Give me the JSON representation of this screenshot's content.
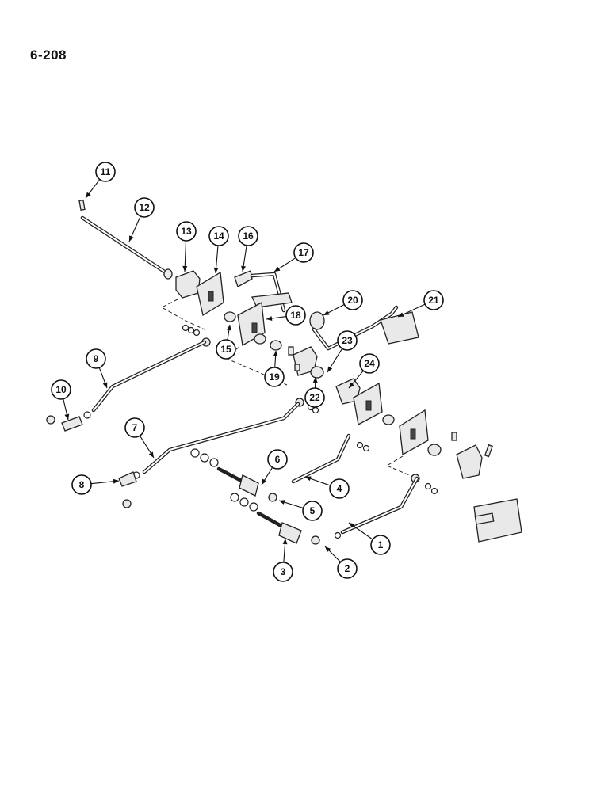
{
  "page": {
    "number": "6-208"
  },
  "callouts": [
    {
      "label": "1",
      "leader_from": [
        480,
        688
      ],
      "leader_to": [
        440,
        660
      ]
    },
    {
      "label": "2",
      "leader_from": [
        438,
        718
      ],
      "leader_to": [
        410,
        690
      ]
    },
    {
      "label": "3",
      "leader_from": [
        357,
        722
      ],
      "leader_to": [
        360,
        680
      ]
    },
    {
      "label": "4",
      "leader_from": [
        428,
        617
      ],
      "leader_to": [
        385,
        602
      ]
    },
    {
      "label": "5",
      "leader_from": [
        394,
        645
      ],
      "leader_to": [
        352,
        632
      ]
    },
    {
      "label": "6",
      "leader_from": [
        350,
        580
      ],
      "leader_to": [
        330,
        612
      ]
    },
    {
      "label": "7",
      "leader_from": [
        170,
        540
      ],
      "leader_to": [
        194,
        578
      ]
    },
    {
      "label": "8",
      "leader_from": [
        103,
        612
      ],
      "leader_to": [
        150,
        607
      ]
    },
    {
      "label": "9",
      "leader_from": [
        121,
        453
      ],
      "leader_to": [
        135,
        490
      ]
    },
    {
      "label": "10",
      "leader_from": [
        77,
        492
      ],
      "leader_to": [
        86,
        530
      ]
    },
    {
      "label": "11",
      "leader_from": [
        133,
        217
      ],
      "leader_to": [
        108,
        250
      ]
    },
    {
      "label": "12",
      "leader_from": [
        182,
        262
      ],
      "leader_to": [
        163,
        305
      ]
    },
    {
      "label": "13",
      "leader_from": [
        235,
        292
      ],
      "leader_to": [
        233,
        343
      ]
    },
    {
      "label": "14",
      "leader_from": [
        276,
        298
      ],
      "leader_to": [
        272,
        345
      ]
    },
    {
      "label": "15",
      "leader_from": [
        285,
        441
      ],
      "leader_to": [
        290,
        410
      ]
    },
    {
      "label": "16",
      "leader_from": [
        313,
        298
      ],
      "leader_to": [
        306,
        343
      ]
    },
    {
      "label": "17",
      "leader_from": [
        383,
        319
      ],
      "leader_to": [
        346,
        343
      ]
    },
    {
      "label": "18",
      "leader_from": [
        373,
        398
      ],
      "leader_to": [
        336,
        403
      ]
    },
    {
      "label": "19",
      "leader_from": [
        346,
        476
      ],
      "leader_to": [
        348,
        443
      ]
    },
    {
      "label": "20",
      "leader_from": [
        445,
        379
      ],
      "leader_to": [
        408,
        398
      ]
    },
    {
      "label": "21",
      "leader_from": [
        547,
        379
      ],
      "leader_to": [
        502,
        400
      ]
    },
    {
      "label": "22",
      "leader_from": [
        397,
        502
      ],
      "leader_to": [
        398,
        476
      ]
    },
    {
      "label": "23",
      "leader_from": [
        438,
        430
      ],
      "leader_to": [
        413,
        470
      ]
    },
    {
      "label": "24",
      "leader_from": [
        466,
        459
      ],
      "leader_to": [
        440,
        490
      ]
    }
  ]
}
